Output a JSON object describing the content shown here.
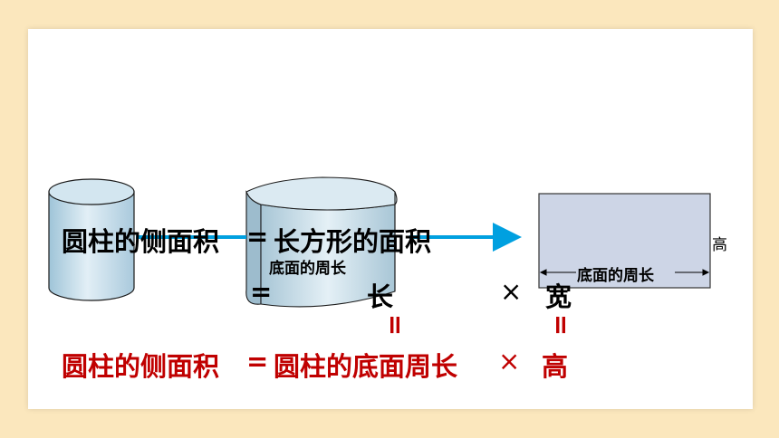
{
  "figure": {
    "row1": {
      "left": "圆柱的侧面积",
      "eq": "=",
      "right": "长方形的面积"
    },
    "row2": {
      "eq": "=",
      "long": "长",
      "times": "×",
      "wide": "宽"
    },
    "connectors": {
      "left": "=",
      "right": "="
    },
    "row3": {
      "left": "圆柱的侧面积",
      "eq": "=",
      "mid": "圆柱的底面周长",
      "times": "×",
      "right": "高"
    },
    "labels": {
      "curved_base": "底面的周长",
      "rect_base": "底面的周长",
      "rect_height": "高"
    },
    "colors": {
      "arrow": "#00a0e0",
      "result": "#c00000",
      "rect_fill": "#cdd5e6",
      "cylinder_fill": "#c5dbe8"
    }
  }
}
